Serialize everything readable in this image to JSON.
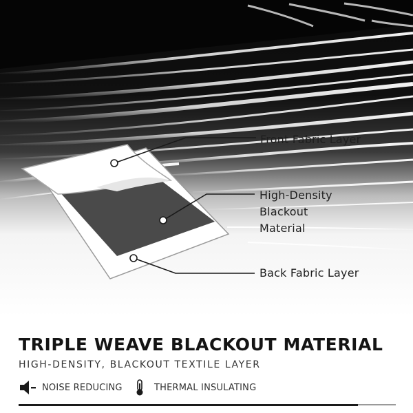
{
  "layers": {
    "front": "Front Fabric Layer",
    "middle_line1": "High-Density",
    "middle_line2": "Blackout",
    "middle_line3": "Material",
    "back": "Back Fabric Layer"
  },
  "heading": {
    "title": "TRIPLE WEAVE BLACKOUT MATERIAL",
    "subtitle": "HIGH-DENSITY, BLACKOUT TEXTILE LAYER"
  },
  "features": [
    {
      "icon": "speaker-muted-icon",
      "label": "NOISE REDUCING"
    },
    {
      "icon": "thermometer-icon",
      "label": "THERMAL INSULATING"
    }
  ],
  "colors": {
    "background": "#ffffff",
    "fabric_dark": "#111111",
    "blackout_layer": "#4a4a4a",
    "text": "#1e1e1e"
  }
}
